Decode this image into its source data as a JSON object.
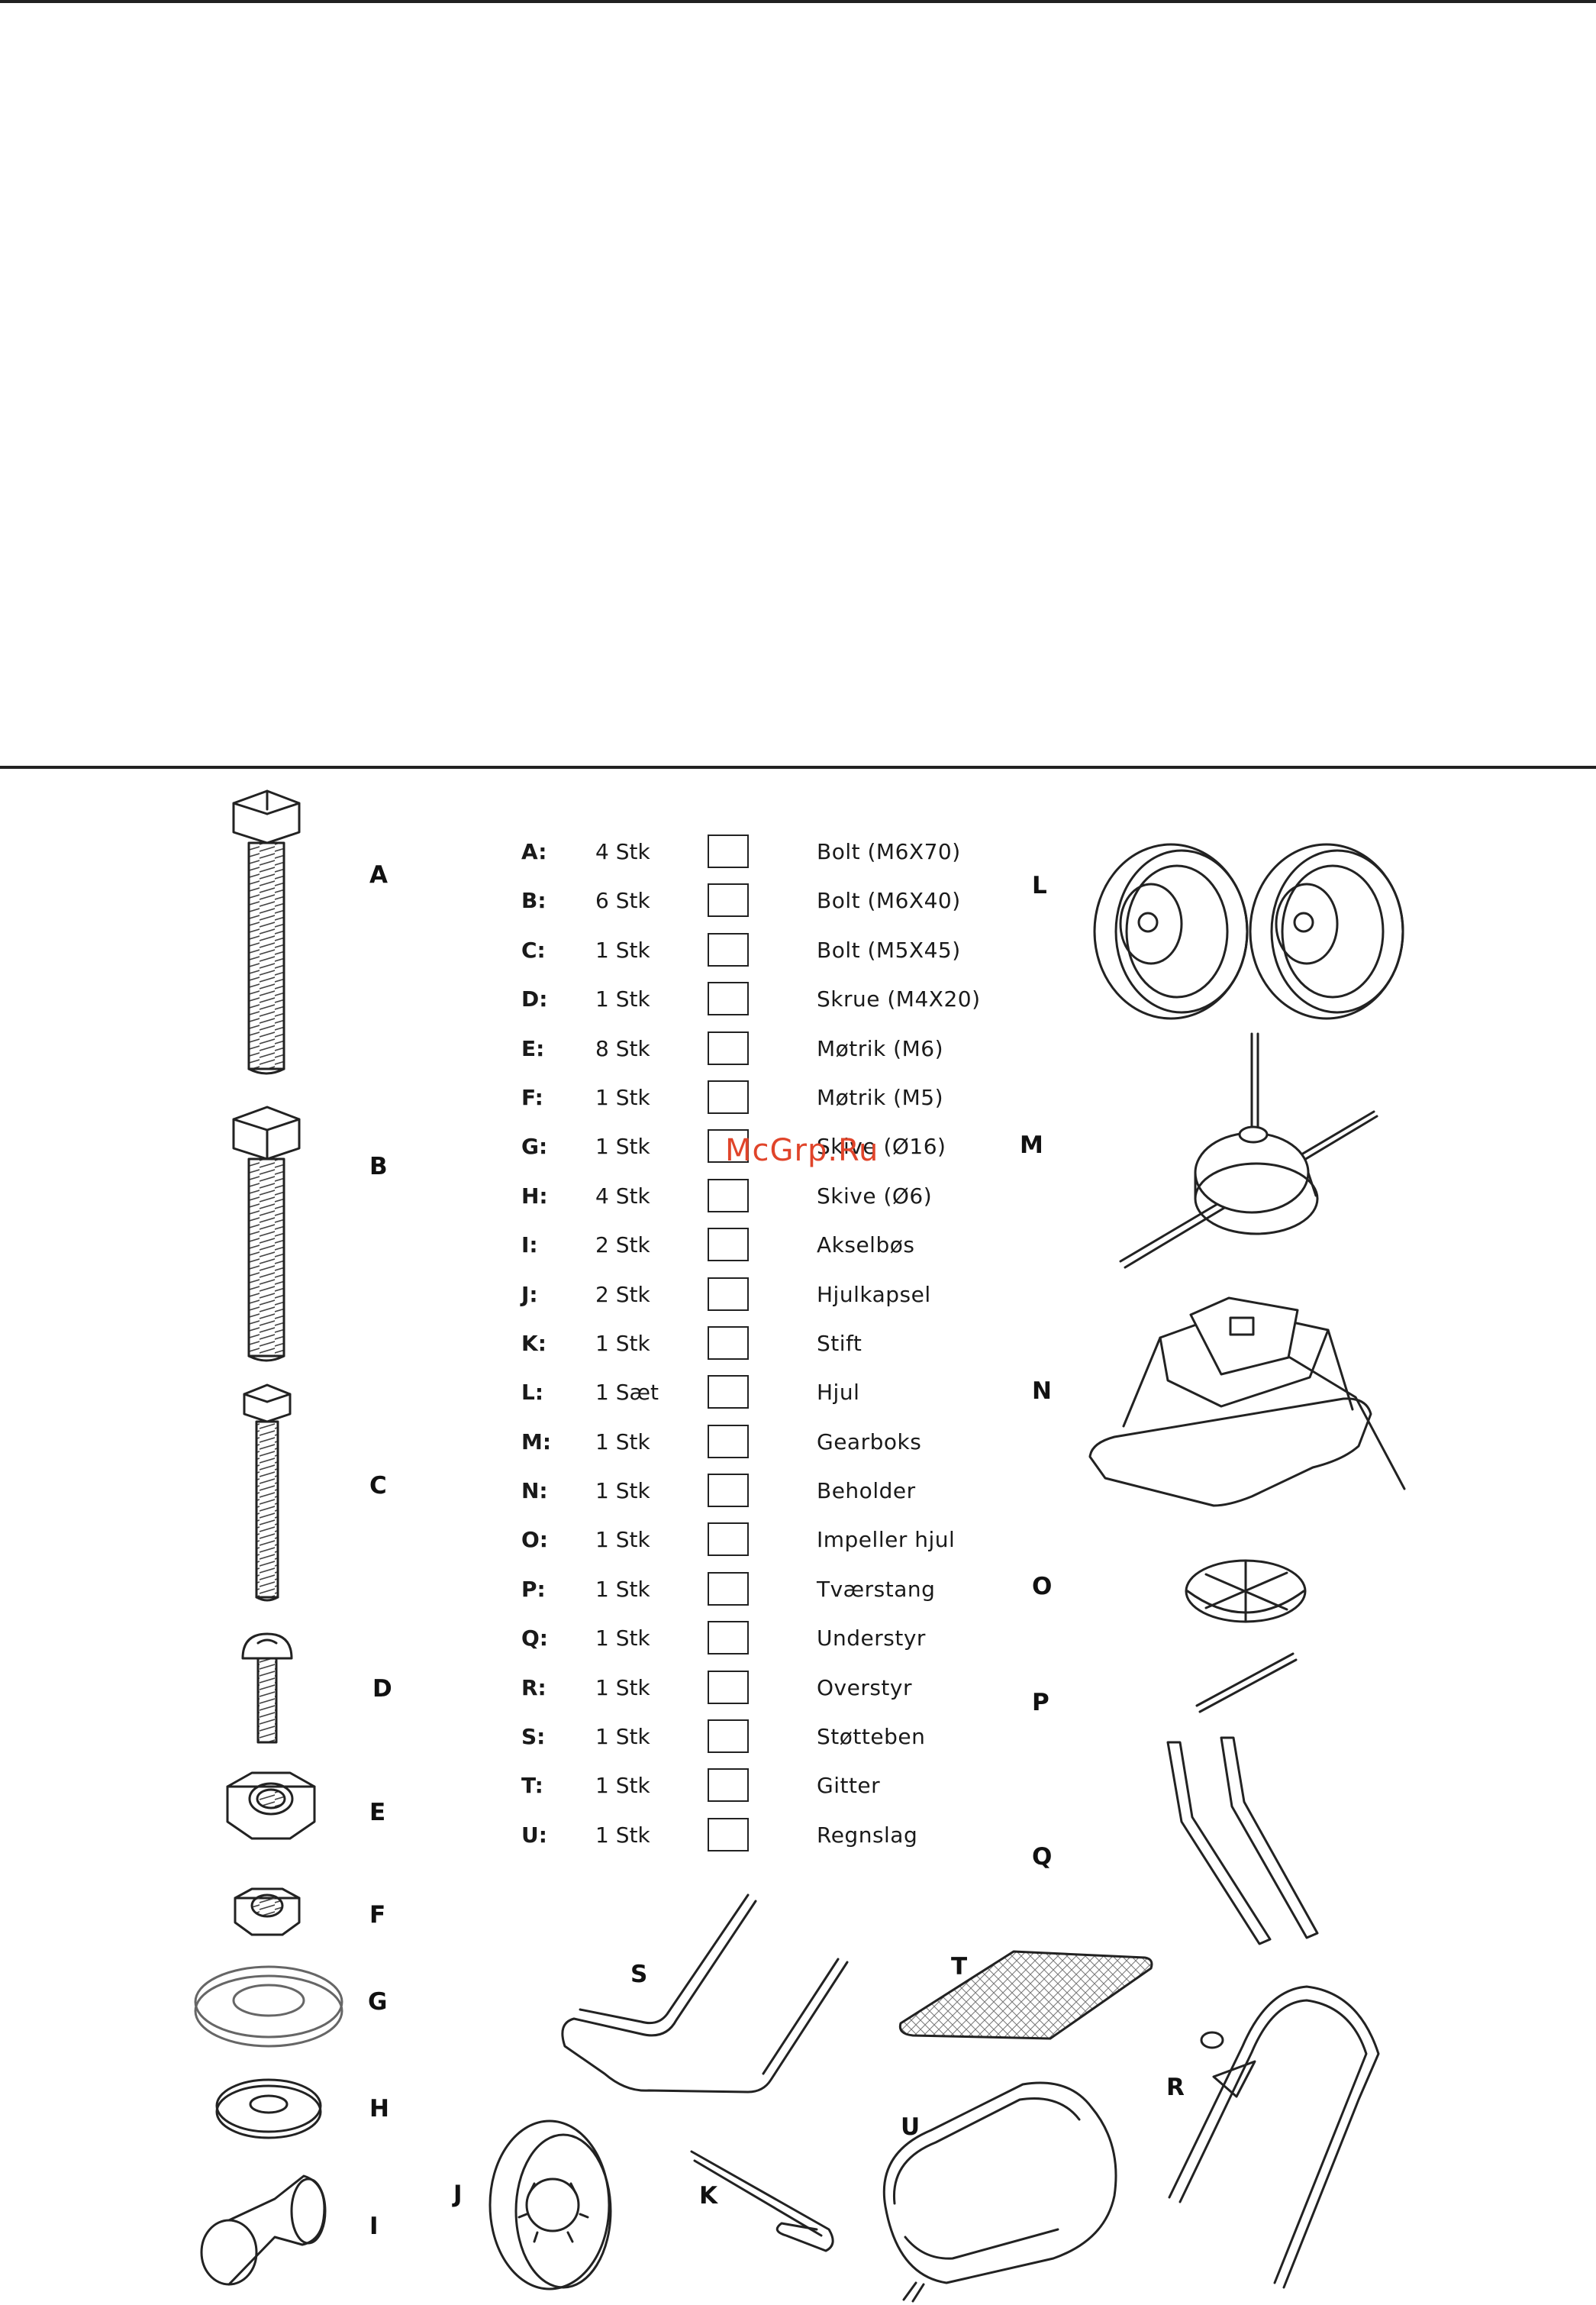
{
  "watermark": "McGrp.Ru",
  "parts": [
    {
      "code": "A:",
      "qty": "4 Stk",
      "desc": "Bolt (M6X70)"
    },
    {
      "code": "B:",
      "qty": "6 Stk",
      "desc": "Bolt (M6X40)"
    },
    {
      "code": "C:",
      "qty": "1 Stk",
      "desc": "Bolt (M5X45)"
    },
    {
      "code": "D:",
      "qty": "1 Stk",
      "desc": "Skrue (M4X20)"
    },
    {
      "code": "E:",
      "qty": "8 Stk",
      "desc": "Møtrik (M6)"
    },
    {
      "code": "F:",
      "qty": "1 Stk",
      "desc": "Møtrik (M5)"
    },
    {
      "code": "G:",
      "qty": "1 Stk",
      "desc": "Skive (Ø16)"
    },
    {
      "code": "H:",
      "qty": "4 Stk",
      "desc": "Skive (Ø6)"
    },
    {
      "code": "I:",
      "qty": "2 Stk",
      "desc": "Akselbøs"
    },
    {
      "code": "J:",
      "qty": "2 Stk",
      "desc": "Hjulkapsel"
    },
    {
      "code": "K:",
      "qty": "1 Stk",
      "desc": "Stift"
    },
    {
      "code": "L:",
      "qty": "1 Sæt",
      "desc": "Hjul"
    },
    {
      "code": "M:",
      "qty": "1 Stk",
      "desc": "Gearboks"
    },
    {
      "code": "N:",
      "qty": "1 Stk",
      "desc": "Beholder"
    },
    {
      "code": "O:",
      "qty": "1 Stk",
      "desc": "Impeller hjul"
    },
    {
      "code": "P:",
      "qty": "1 Stk",
      "desc": "Tværstang"
    },
    {
      "code": "Q:",
      "qty": "1 Stk",
      "desc": "Understyr"
    },
    {
      "code": "R:",
      "qty": "1 Stk",
      "desc": "Overstyr"
    },
    {
      "code": "S:",
      "qty": "1 Stk",
      "desc": "Støtteben"
    },
    {
      "code": "T:",
      "qty": "1 Stk",
      "desc": "Gitter"
    },
    {
      "code": "U:",
      "qty": "1 Stk",
      "desc": "Regnslag"
    }
  ],
  "figure_labels": {
    "A": "A",
    "B": "B",
    "C": "C",
    "D": "D",
    "E": "E",
    "F": "F",
    "G": "G",
    "H": "H",
    "I": "I",
    "J": "J",
    "K": "K",
    "L": "L",
    "M": "M",
    "N": "N",
    "O": "O",
    "P": "P",
    "Q": "Q",
    "R": "R",
    "S": "S",
    "T": "T",
    "U": "U"
  }
}
